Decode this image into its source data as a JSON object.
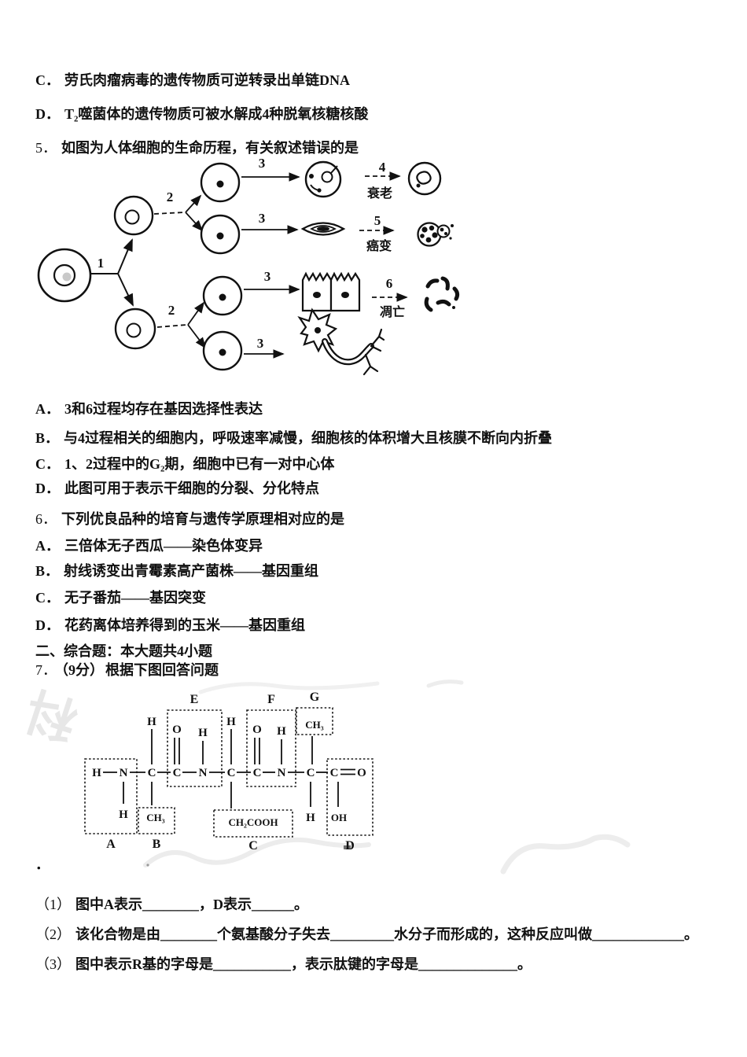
{
  "q4": {
    "options": [
      {
        "label": "C．",
        "text": "劳氏肉瘤病毒的遗传物质可逆转录出单链DNA"
      },
      {
        "label": "D．",
        "text": "T₂噬菌体的遗传物质可被水解成4种脱氧核糖核酸"
      }
    ]
  },
  "q5": {
    "number": "5．",
    "stem": "如图为人体细胞的生命历程，有关叙述错误的是",
    "options": [
      {
        "label": "A．",
        "text": "3和6过程均存在基因选择性表达"
      },
      {
        "label": "B．",
        "text": "与4过程相关的细胞内，呼吸速率减慢，细胞核的体积增大且核膜不断向内折叠"
      },
      {
        "label": "C．",
        "text": "1、2过程中的G₂期，细胞中已有一对中心体"
      },
      {
        "label": "D．",
        "text": "此图可用于表示干细胞的分裂、分化特点"
      }
    ],
    "diagram": {
      "s1": "1",
      "s2a": "2",
      "s2b": "2",
      "s3a": "3",
      "s3b": "3",
      "s3c": "3",
      "s3d": "3",
      "s4": "4",
      "s5": "5",
      "s6": "6",
      "aging": "衰老",
      "cancer": "癌变",
      "apoptosis": "凋亡"
    }
  },
  "q6": {
    "number": "6．",
    "stem": "下列优良品种的培育与遗传学原理相对应的是",
    "options": [
      {
        "label": "A．",
        "text": "三倍体无子西瓜——染色体变异"
      },
      {
        "label": "B．",
        "text": "射线诱变出青霉素高产菌株——基因重组"
      },
      {
        "label": "C．",
        "text": "无子番茄——基因突变"
      },
      {
        "label": "D．",
        "text": "花药离体培养得到的玉米——基因重组"
      }
    ]
  },
  "section2": {
    "heading": "二、综合题：本大题共4小题"
  },
  "q7": {
    "number": "7．",
    "score": "（9分）",
    "stem": "根据下图回答问题",
    "molecule": {
      "chain": {
        "a1": "H",
        "a2": "N",
        "a3": "C",
        "a4": "C",
        "a5": "N",
        "a6": "C",
        "a7": "C",
        "a8": "N",
        "a9": "C",
        "a10": "C",
        "a11": "O"
      },
      "top": {
        "h3": "H",
        "o4": "O",
        "h5": "H",
        "h6": "H",
        "o7": "O",
        "h8": "H",
        "ch3": "CH₃"
      },
      "bottom": {
        "h2": "H",
        "ch3": "CH₃",
        "r": "CH₂COOH",
        "h9": "H",
        "oh": "OH"
      },
      "labels": {
        "A": "A",
        "B": "B",
        "C": "C",
        "D": "D",
        "E": "E",
        "F": "F",
        "G": "G"
      }
    },
    "subs": [
      {
        "label": "（1）",
        "text": "图中A表示________，D表示______。"
      },
      {
        "label": "（2）",
        "text": "该化合物是由________个氨基酸分子失去_________水分子而形成的，这种反应叫做_____________。"
      },
      {
        "label": "（3）",
        "text": "图中表示R基的字母是___________，表示肽键的字母是______________。"
      }
    ]
  },
  "misc": {
    "stray_mark": "．",
    "watermark": "科"
  }
}
